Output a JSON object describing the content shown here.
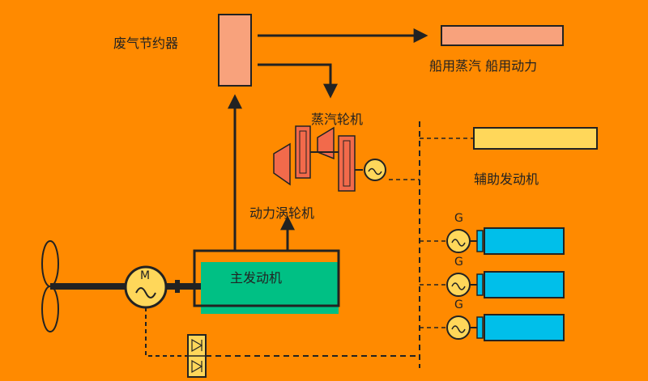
{
  "labels": {
    "exhaust_economizer": "废气节约器",
    "ship_steam_power": "船用蒸汽 船用动力",
    "steam_turbine": "蒸汽轮机",
    "auxiliary_engine": "辅助发动机",
    "power_turbine": "动力涡轮机",
    "main_engine": "主发动机"
  },
  "symbols": {
    "motor": "M",
    "generator": "G"
  },
  "colors": {
    "background": "#ff8a00",
    "economizer_fill": "#f8a27c",
    "steam_output_fill": "#f8a27c",
    "aux_output_fill": "#ffd75a",
    "main_engine_fill": "#00c084",
    "aux_engine_fill": "#00bfea",
    "turbine_fill": "#f26a4b",
    "motor_fill": "#ffd75a",
    "line": "#222222"
  }
}
